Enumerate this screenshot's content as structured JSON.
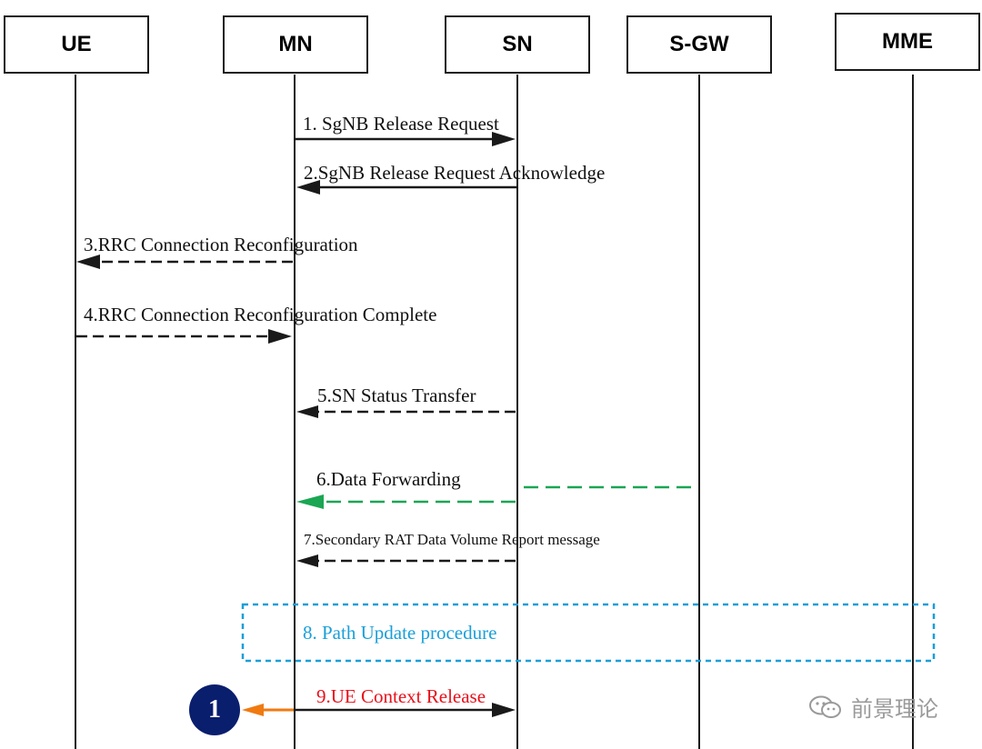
{
  "entities": [
    {
      "id": "ue",
      "label": "UE"
    },
    {
      "id": "mn",
      "label": "MN"
    },
    {
      "id": "sn",
      "label": "SN"
    },
    {
      "id": "sgw",
      "label": "S-GW"
    },
    {
      "id": "mme",
      "label": "MME"
    }
  ],
  "messages": [
    {
      "id": "m1",
      "label": "1. SgNB Release Request",
      "from": "mn",
      "to": "sn",
      "style": "solid"
    },
    {
      "id": "m2",
      "label": "2.SgNB Release Request Acknowledge",
      "from": "sn",
      "to": "mn",
      "style": "solid"
    },
    {
      "id": "m3",
      "label": "3.RRC Connection Reconfiguration",
      "from": "mn",
      "to": "ue",
      "style": "dashed"
    },
    {
      "id": "m4",
      "label": "4.RRC Connection Reconfiguration Complete",
      "from": "ue",
      "to": "mn",
      "style": "dashed"
    },
    {
      "id": "m5",
      "label": "5.SN Status Transfer",
      "from": "sn",
      "to": "mn",
      "style": "dashed"
    },
    {
      "id": "m6",
      "label": "6.Data Forwarding",
      "from": "sgw",
      "to": "mn",
      "style": "dashed-green"
    },
    {
      "id": "m7",
      "label": "7.Secondary RAT Data Volume Report message",
      "from": "sn",
      "to": "mn",
      "style": "dashed"
    },
    {
      "id": "m9",
      "label": "9.UE Context Release",
      "from": "mn",
      "to": "sn",
      "style": "solid"
    }
  ],
  "procedure": {
    "label": "8. Path Update procedure"
  },
  "badge": {
    "label": "1"
  },
  "watermark": {
    "label": "前景理论"
  },
  "colors": {
    "line": "#1a1a1a",
    "data_forwarding": "#1aa653",
    "procedure": "#1a9fd9",
    "ue_context_release_text": "#e8101a",
    "badge_arrow": "#f07a10",
    "badge": "#0a1e6e"
  }
}
